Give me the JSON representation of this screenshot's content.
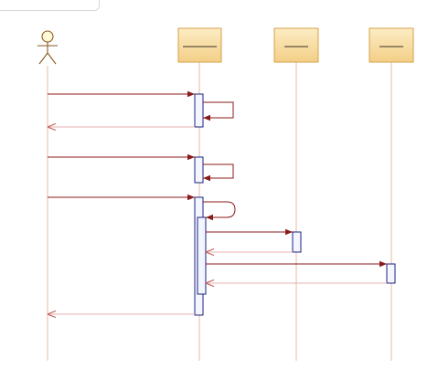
{
  "diagram": {
    "type": "uml-sequence-diagram",
    "actor": {
      "name": ""
    },
    "lifelines": [
      {
        "id": "L1",
        "label": ""
      },
      {
        "id": "L2",
        "label": ""
      },
      {
        "id": "L3",
        "label": ""
      }
    ],
    "messages": [
      {
        "from": "actor",
        "to": "L1",
        "kind": "sync"
      },
      {
        "from": "L1",
        "to": "L1",
        "kind": "self-call"
      },
      {
        "from": "L1",
        "to": "actor",
        "kind": "return"
      },
      {
        "from": "actor",
        "to": "L1",
        "kind": "sync"
      },
      {
        "from": "L1",
        "to": "L1",
        "kind": "self-call"
      },
      {
        "from": "actor",
        "to": "L1",
        "kind": "sync"
      },
      {
        "from": "L1",
        "to": "L1",
        "kind": "self-call"
      },
      {
        "from": "L1",
        "to": "L2",
        "kind": "sync"
      },
      {
        "from": "L2",
        "to": "L1",
        "kind": "return"
      },
      {
        "from": "L1",
        "to": "L3",
        "kind": "sync"
      },
      {
        "from": "L3",
        "to": "L1",
        "kind": "return"
      },
      {
        "from": "L1",
        "to": "actor",
        "kind": "return"
      }
    ],
    "colors": {
      "lifeline_head_fill": "#f8dfa8",
      "lifeline_head_border": "#d4a24a",
      "lifeline_line": "#e8b8a0",
      "message_line": "#8b1a1a",
      "return_line": "#e8b0b0",
      "activation_fill": "#f4f6ff",
      "activation_border": "#1a237e",
      "actor_fill": "#fff9d6",
      "actor_stroke": "#8a5a20"
    }
  }
}
